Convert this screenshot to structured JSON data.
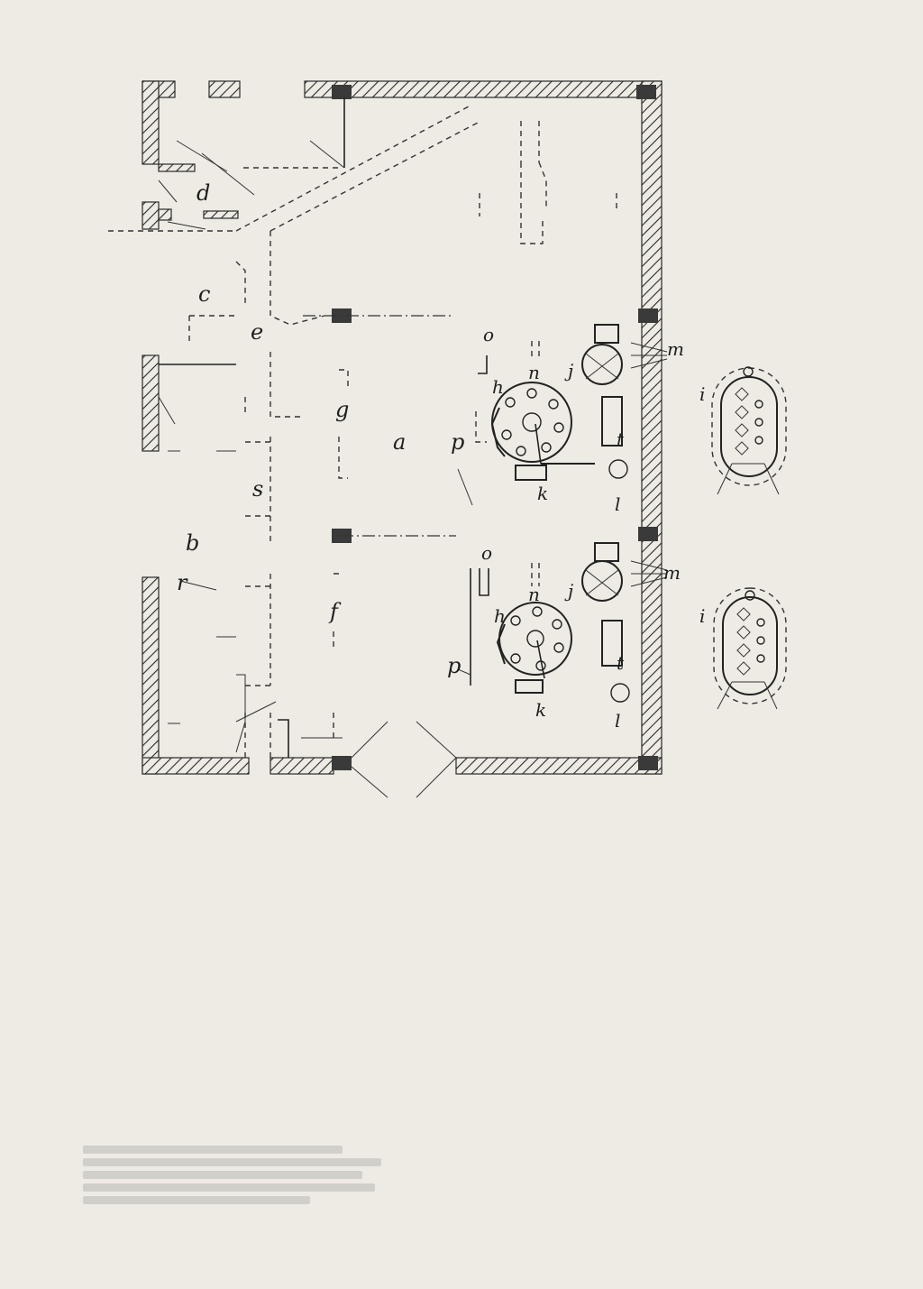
{
  "labels": {
    "a": "a",
    "b": "b",
    "c": "c",
    "d": "d",
    "e": "e",
    "f": "f",
    "g": "g",
    "h": "h",
    "i": "i",
    "j": "j",
    "k": "k",
    "l": "l",
    "m": "m",
    "n": "n",
    "o": "o",
    "p": "p",
    "r": "r",
    "s": "s",
    "t": "t"
  },
  "colors": {
    "ink": "#1e1e1e",
    "paper": "#eeebe4"
  }
}
